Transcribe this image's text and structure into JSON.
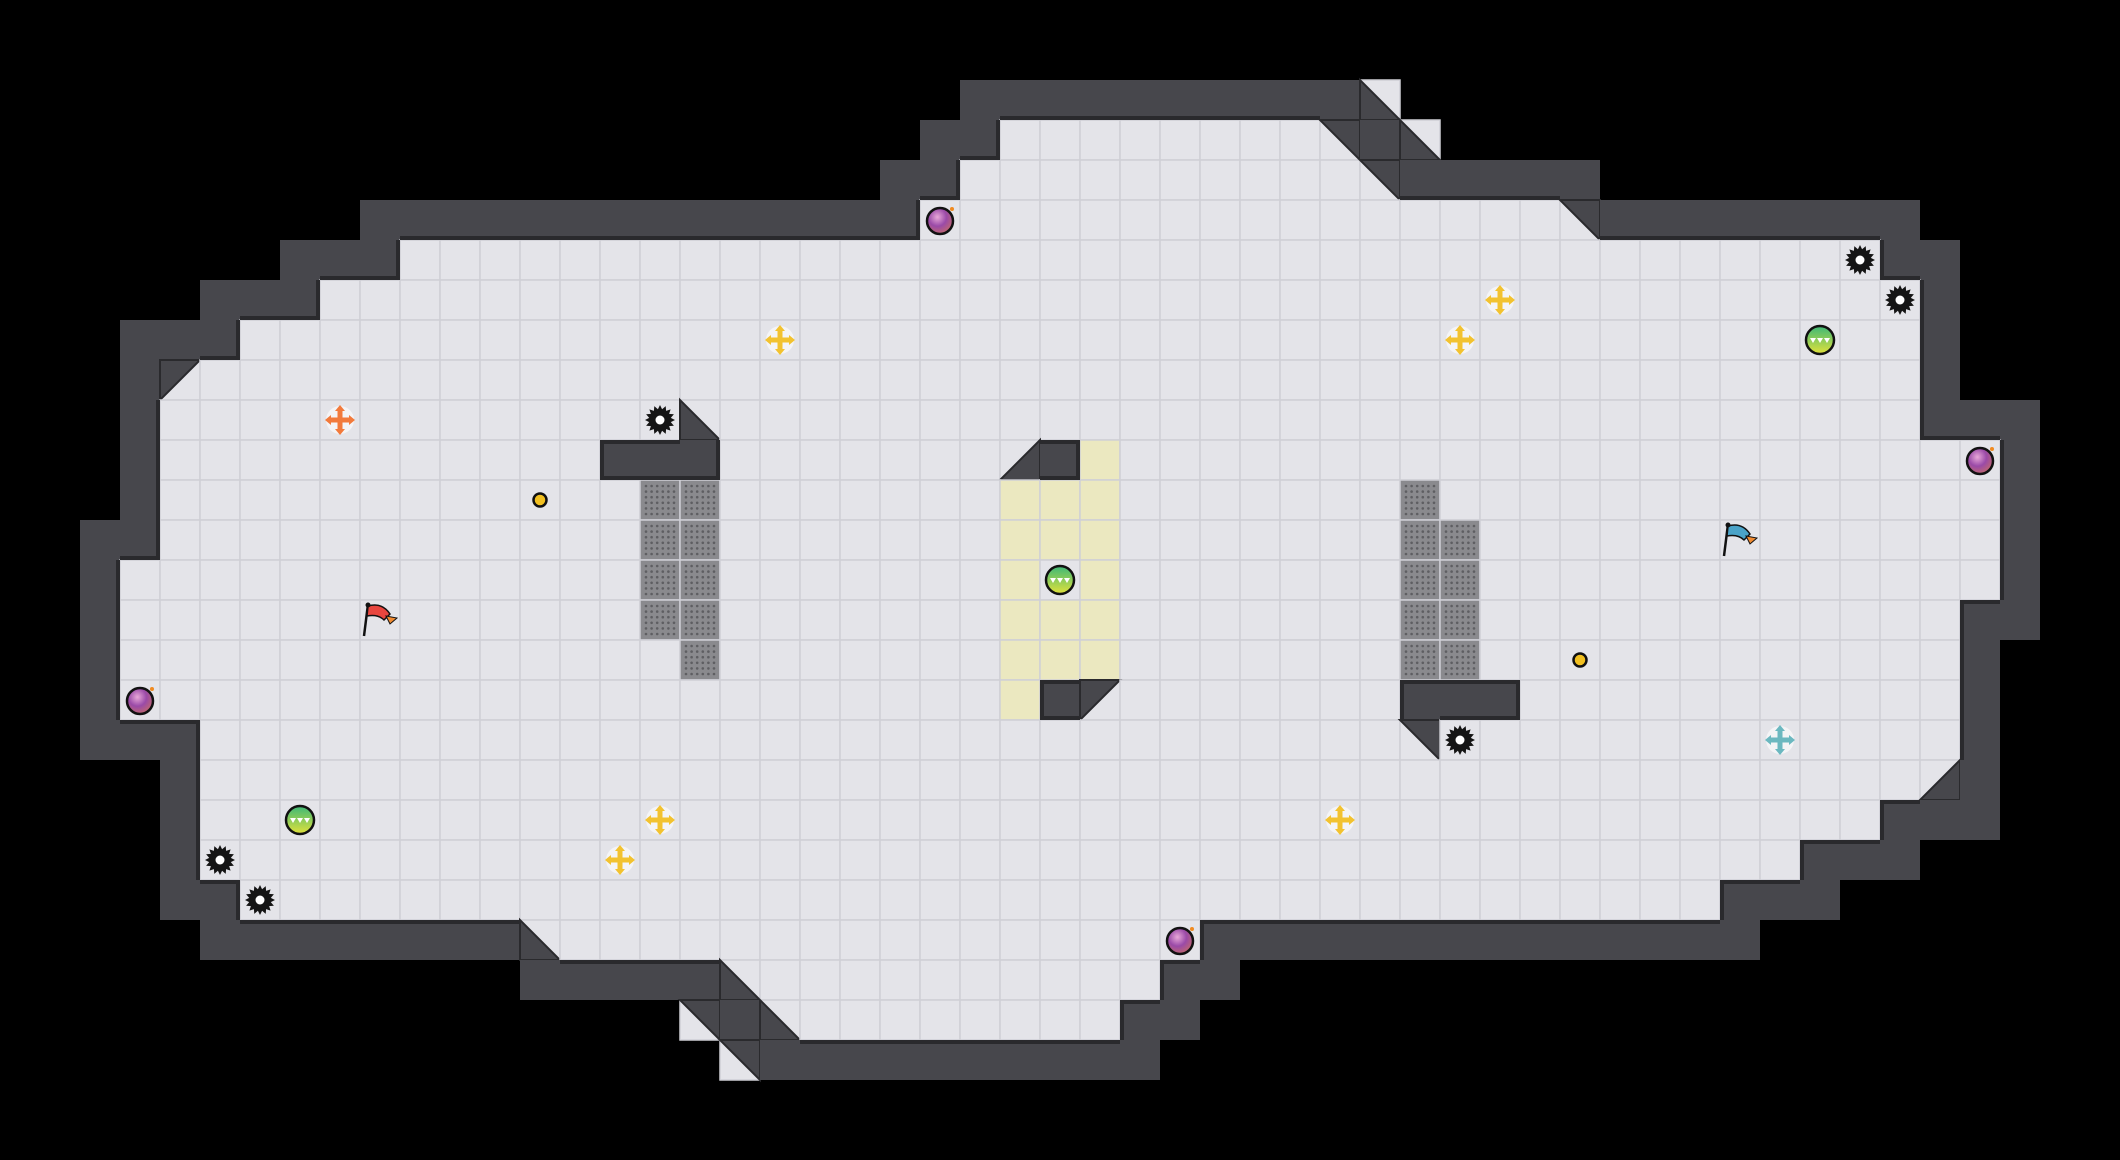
{
  "game": {
    "view": "arena-map",
    "colors": {
      "background": "#000000",
      "floor": "#e4e4e9",
      "floor_line": "#cfcfd6",
      "wall": "#47474c",
      "wall_edge": "#2a2a2d",
      "team_zone": "#ebe8c0",
      "gate": "#8a8a8e",
      "red_flag": "#e8463f",
      "blue_flag": "#4aa3c8",
      "powerup": "#f2c230",
      "red_spawn": "#f27a3c",
      "blue_spawn": "#6cb8c0",
      "bomb": "#9a4aa8",
      "boost": "#5cc46a",
      "portal_dot": "#f2c020",
      "spike": "#151515"
    },
    "item_types": [
      "spike",
      "boost",
      "bomb",
      "powerup",
      "red-flag",
      "blue-flag",
      "red-spawn",
      "blue-spawn",
      "small-dot",
      "gate",
      "team-zone"
    ]
  }
}
